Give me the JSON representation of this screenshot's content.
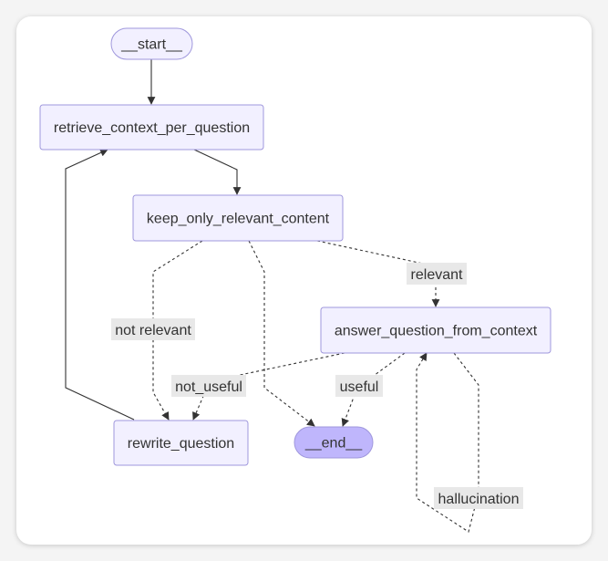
{
  "nodes": {
    "start": "__start__",
    "retrieve": "retrieve_context_per_question",
    "keep": "keep_only_relevant_content",
    "answer": "answer_question_from_context",
    "rewrite": "rewrite_question",
    "end": "__end__"
  },
  "edges": {
    "relevant": "relevant",
    "not_relevant": "not relevant",
    "not_useful": "not_useful",
    "useful": "useful",
    "hallucination": "hallucination"
  },
  "colors": {
    "node_fill": "#f2f0ff",
    "node_stroke": "#9f97dc",
    "end_fill": "#bfb6fc",
    "edge": "#333333",
    "label_bg": "#e8e8e8"
  }
}
